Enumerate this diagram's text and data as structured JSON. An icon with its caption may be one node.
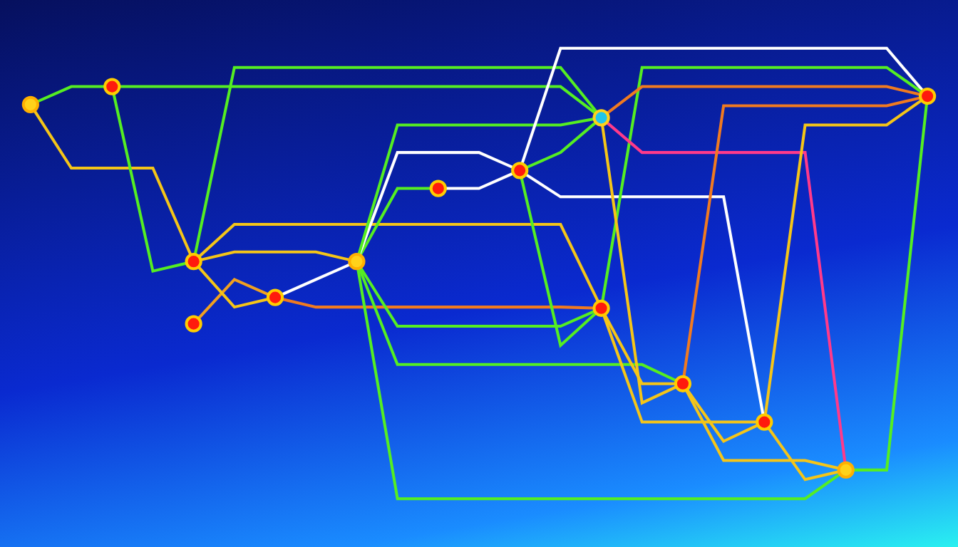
{
  "diagram": {
    "nodes": [
      {
        "text": [],
        "shape": "circle"
      },
      {
        "text": [],
        "shape": "circle"
      },
      {
        "text": [],
        "shape": "circle"
      },
      {
        "text": [],
        "shape": "circle"
      },
      {
        "text": [],
        "shape": "circle"
      },
      {
        "text": [],
        "shape": "circle"
      },
      {
        "text": [],
        "shape": "circle"
      },
      {
        "text": [],
        "shape": "circle"
      },
      {
        "text": [],
        "shape": "circle"
      },
      {
        "text": [],
        "shape": "circle"
      },
      {
        "text": [],
        "shape": "circle"
      },
      {
        "text": [],
        "shape": "circle"
      },
      {
        "text": [],
        "shape": "circle"
      },
      {
        "text": [],
        "shape": "circle"
      }
    ],
    "edges": [
      {
        "from": 0,
        "to": 2,
        "arrow": "none",
        "color": "#f0a020"
      },
      {
        "from": 1,
        "to": 4,
        "arrow": "none"
      },
      {
        "from": 1,
        "to": 3,
        "arrow": "none",
        "color": "#f5c518"
      },
      {
        "from": 4,
        "to": 3,
        "arrow": "none"
      },
      {
        "from": 3,
        "to": 2,
        "arrow": "none",
        "color": "#f5c518"
      },
      {
        "from": 3,
        "to": 9,
        "arrow": "none"
      },
      {
        "from": 3,
        "to": 6,
        "arrow": "none",
        "color": "#f5c518"
      },
      {
        "from": 3,
        "to": 8,
        "arrow": "none",
        "color": "#f5c518"
      },
      {
        "from": 2,
        "to": 6,
        "arrow": "none",
        "color": "#ffffff"
      },
      {
        "from": 2,
        "to": 8,
        "arrow": "none",
        "color": "#f07a20"
      },
      {
        "from": 4,
        "to": 9,
        "arrow": "none"
      },
      {
        "from": 6,
        "to": 5,
        "arrow": "none"
      },
      {
        "from": 6,
        "to": 7,
        "arrow": "none",
        "color": "#ffffff"
      },
      {
        "from": 6,
        "to": 9,
        "arrow": "none"
      },
      {
        "from": 6,
        "to": 8,
        "arrow": "none"
      },
      {
        "from": 6,
        "to": 10,
        "arrow": "none"
      },
      {
        "from": 5,
        "to": 7,
        "arrow": "none",
        "color": "#ffffff"
      },
      {
        "from": 7,
        "to": 9,
        "arrow": "none"
      },
      {
        "from": 7,
        "to": 8,
        "arrow": "none"
      },
      {
        "from": 7,
        "to": 11,
        "arrow": "none",
        "color": "#ffffff"
      },
      {
        "from": 7,
        "to": 13,
        "arrow": "none",
        "color": "#ffffff"
      },
      {
        "from": 8,
        "to": 11,
        "arrow": "none",
        "color": "#f5c518"
      },
      {
        "from": 8,
        "to": 13,
        "arrow": "none"
      },
      {
        "from": 8,
        "to": 10,
        "arrow": "none",
        "color": "#f5c518"
      },
      {
        "from": 9,
        "to": 10,
        "arrow": "none",
        "color": "#f5c518"
      },
      {
        "from": 9,
        "to": 12,
        "arrow": "none",
        "color": "#ff3a8a"
      },
      {
        "from": 9,
        "to": 13,
        "arrow": "none",
        "color": "#f07a20"
      },
      {
        "from": 10,
        "to": 12,
        "arrow": "none",
        "color": "#f5c518"
      },
      {
        "from": 10,
        "to": 13,
        "arrow": "none",
        "color": "#f07a20"
      },
      {
        "from": 10,
        "to": 11,
        "arrow": "none",
        "color": "#f5c518"
      },
      {
        "from": 11,
        "to": 12,
        "arrow": "none",
        "color": "#f5c518"
      },
      {
        "from": 11,
        "to": 13,
        "arrow": "none",
        "color": "#f5c518"
      },
      {
        "from": 12,
        "to": 13,
        "arrow": "none"
      },
      {
        "from": 12,
        "to": 6,
        "arrow": "none"
      }
    ]
  }
}
